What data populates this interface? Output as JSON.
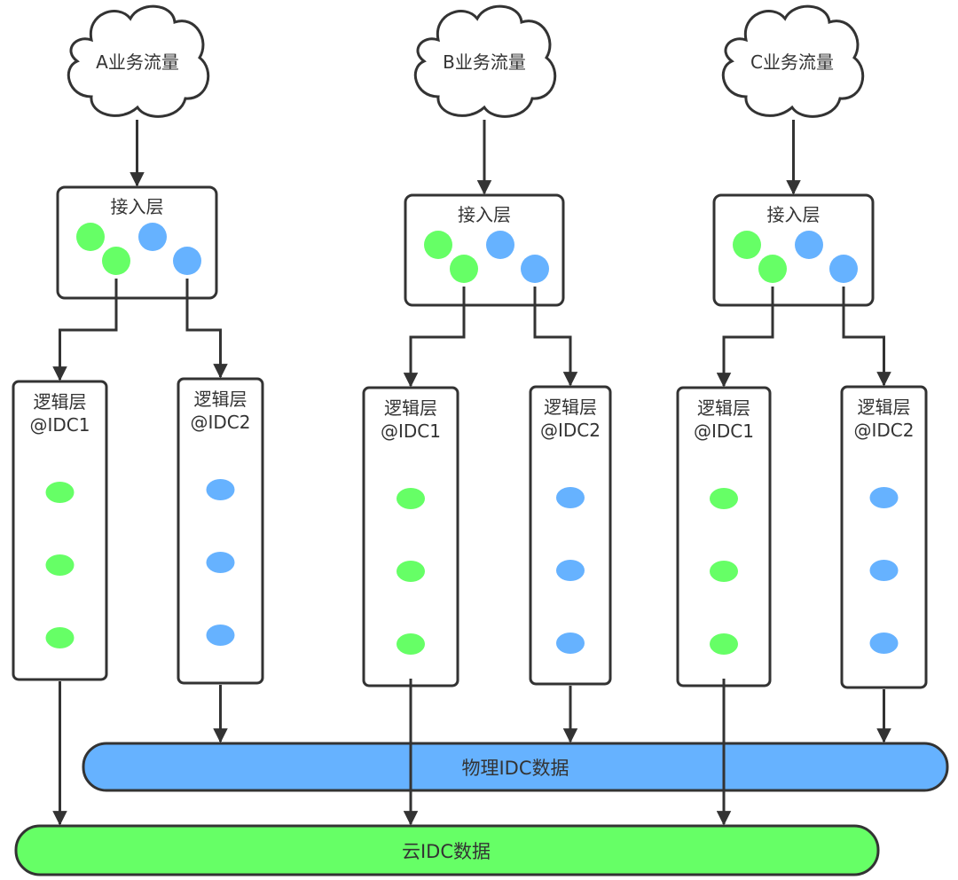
{
  "colors": {
    "stroke": "#333333",
    "green": "#66ff66",
    "blue": "#66b2ff",
    "text": "#333333",
    "background": "#ffffff"
  },
  "traffic": [
    {
      "id": "A",
      "label": "A业务流量"
    },
    {
      "id": "B",
      "label": "B业务流量"
    },
    {
      "id": "C",
      "label": "C业务流量"
    }
  ],
  "access_layer": {
    "label": "接入层",
    "green_nodes": 2,
    "blue_nodes": 2
  },
  "logic_layers": [
    {
      "line1": "逻辑层",
      "line2": "@IDC1",
      "node_color": "green",
      "node_count": 3
    },
    {
      "line1": "逻辑层",
      "line2": "@IDC2",
      "node_color": "blue",
      "node_count": 3
    }
  ],
  "storage": {
    "physical": {
      "label": "物理IDC数据",
      "color": "blue"
    },
    "cloud": {
      "label": "云IDC数据",
      "color": "green"
    }
  },
  "edges": [
    {
      "from": "traffic",
      "to": "access_layer"
    },
    {
      "from": "access_layer.green",
      "to": "logic_idc1"
    },
    {
      "from": "access_layer.blue",
      "to": "logic_idc2"
    },
    {
      "from": "logic_idc1",
      "to": "cloud_idc_data"
    },
    {
      "from": "logic_idc2",
      "to": "physical_idc_data"
    }
  ]
}
